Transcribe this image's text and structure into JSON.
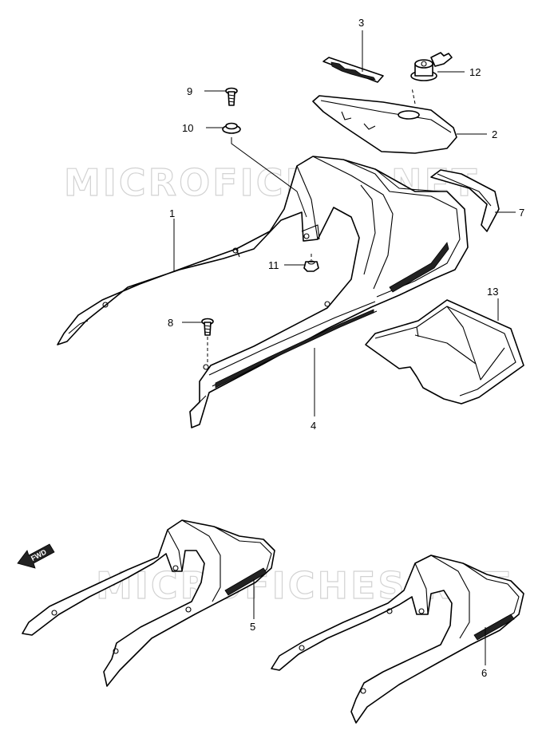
{
  "watermark": "MICROFICHES.NET",
  "fwd_label": "FWD",
  "callouts": {
    "p1": "1",
    "p2": "2",
    "p3": "3",
    "p4": "4",
    "p5": "5",
    "p6": "6",
    "p7": "7",
    "p8": "8",
    "p9": "9",
    "p10": "10",
    "p11": "11",
    "p12": "12",
    "p13": "13"
  }
}
